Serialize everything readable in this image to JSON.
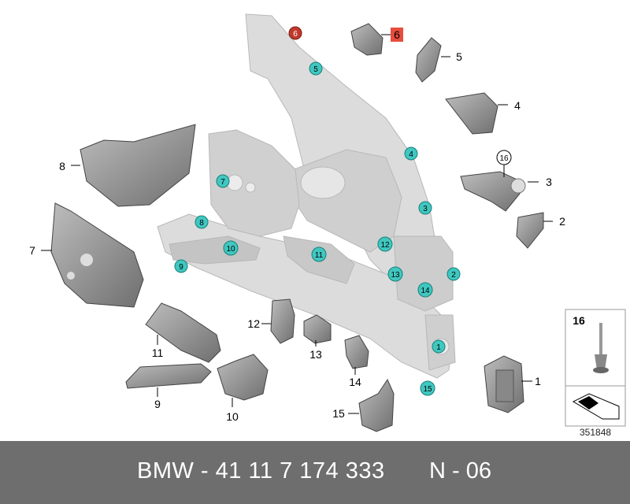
{
  "footer": {
    "part_number": "BMW - 41 11 7 174 333",
    "revision": "N - 06"
  },
  "diagram": {
    "document_number": "351848",
    "reference_panel_label": "16",
    "colors": {
      "teal_callout": "#3fc7c0",
      "red_callout": "#c0392b",
      "part_gray": "#9a9a9a",
      "body_gray": "#d6d6d6",
      "footer_bg": "#6e6e6e"
    },
    "callouts_on_body": [
      "6",
      "5",
      "4",
      "3",
      "2",
      "1",
      "7",
      "8",
      "9",
      "10",
      "11",
      "12",
      "13",
      "14",
      "15"
    ],
    "side_labels": [
      "6",
      "5",
      "4",
      "3",
      "2",
      "1",
      "7",
      "8",
      "9",
      "10",
      "11",
      "12",
      "13",
      "14",
      "15",
      "16"
    ]
  }
}
